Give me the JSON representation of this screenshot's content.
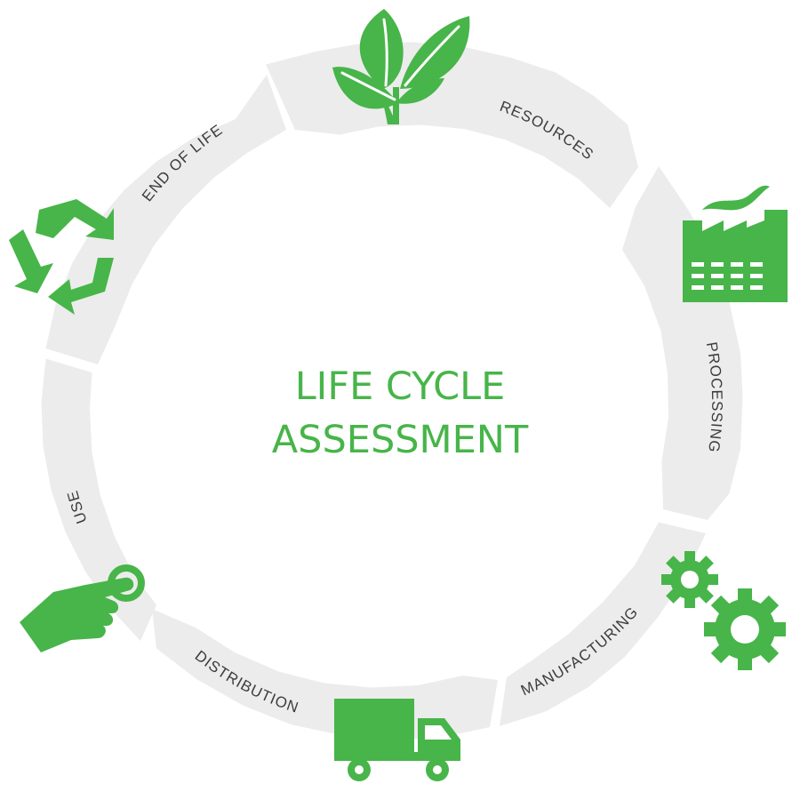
{
  "title": {
    "line1": "LIFE CYCLE",
    "line2": "ASSESSMENT"
  },
  "stages": {
    "resources": "RESOURCES",
    "processing": "PROCESSING",
    "manufacturing": "MANUFACTURING",
    "distribution": "DISTRIBUTION",
    "use": "USE",
    "end_of_life": "END OF LIFE"
  },
  "icons": {
    "resources": "leaf-icon",
    "processing": "factory-icon",
    "manufacturing": "gears-icon",
    "distribution": "truck-icon",
    "use": "hand-pointer-icon",
    "end_of_life": "recycle-icon"
  },
  "colors": {
    "accent": "#47b549",
    "ring": "#ececec",
    "label": "#3c3c3c",
    "background": "#ffffff"
  }
}
